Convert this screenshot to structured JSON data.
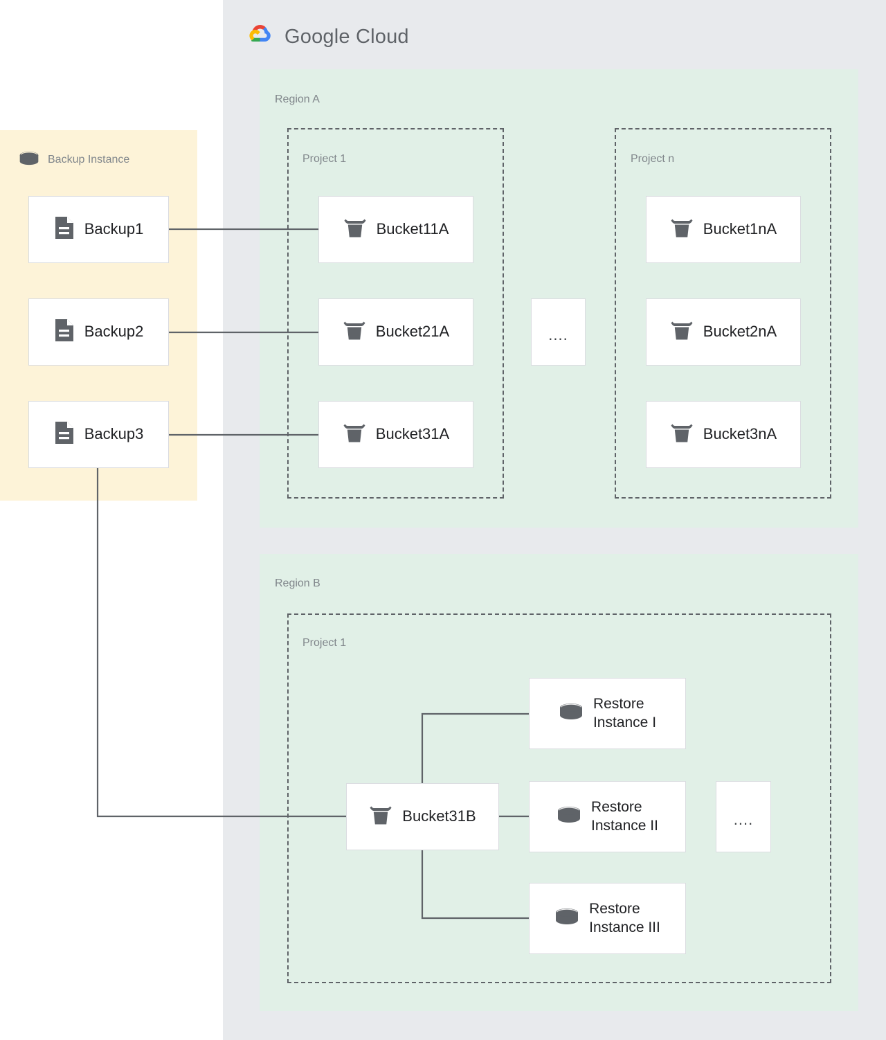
{
  "cloud": {
    "logo_text_bold": "Google",
    "logo_text_light": " Cloud",
    "logo_icon": "google-cloud-logo",
    "colors": {
      "panel_bg": "#e8eaed",
      "region_bg": "#e1f0e7",
      "backup_bg": "#fdf3d8",
      "card_bg": "#ffffff",
      "card_border": "#dadce0",
      "label_gray": "#80868b",
      "edge": "#5f6368",
      "logo_red": "#ea4335",
      "logo_yellow": "#fbbc04",
      "logo_green": "#34a853",
      "logo_blue": "#4285f4"
    }
  },
  "backup_instance": {
    "label": "Backup Instance",
    "icon": "database-icon",
    "items": [
      {
        "label": "Backup1",
        "icon": "document-icon"
      },
      {
        "label": "Backup2",
        "icon": "document-icon"
      },
      {
        "label": "Backup3",
        "icon": "document-icon"
      }
    ]
  },
  "regions": [
    {
      "label": "Region A",
      "projects": [
        {
          "label": "Project 1",
          "buckets": [
            {
              "label": "Bucket11A",
              "icon": "bucket-icon"
            },
            {
              "label": "Bucket21A",
              "icon": "bucket-icon"
            },
            {
              "label": "Bucket31A",
              "icon": "bucket-icon"
            }
          ]
        },
        {
          "label": "Project n",
          "buckets": [
            {
              "label": "Bucket1nA",
              "icon": "bucket-icon"
            },
            {
              "label": "Bucket2nA",
              "icon": "bucket-icon"
            },
            {
              "label": "Bucket3nA",
              "icon": "bucket-icon"
            }
          ]
        }
      ],
      "ellipsis": "...."
    },
    {
      "label": "Region B",
      "projects": [
        {
          "label": "Project 1",
          "buckets": [
            {
              "label": "Bucket31B",
              "icon": "bucket-icon"
            }
          ],
          "restore_instances": [
            {
              "label": "Restore\nInstance I",
              "icon": "database-icon"
            },
            {
              "label": "Restore\nInstance II",
              "icon": "database-icon"
            },
            {
              "label": "Restore\nInstance III",
              "icon": "database-icon"
            }
          ]
        }
      ],
      "ellipsis": "...."
    }
  ],
  "connections": [
    {
      "from": "Backup1",
      "to": "Bucket11A"
    },
    {
      "from": "Backup2",
      "to": "Bucket21A"
    },
    {
      "from": "Backup3",
      "to": "Bucket31A"
    },
    {
      "from": "Backup3",
      "to": "Bucket31B"
    },
    {
      "from": "Bucket31B",
      "to": "Restore Instance I"
    },
    {
      "from": "Bucket31B",
      "to": "Restore Instance II"
    },
    {
      "from": "Bucket31B",
      "to": "Restore Instance III"
    }
  ]
}
